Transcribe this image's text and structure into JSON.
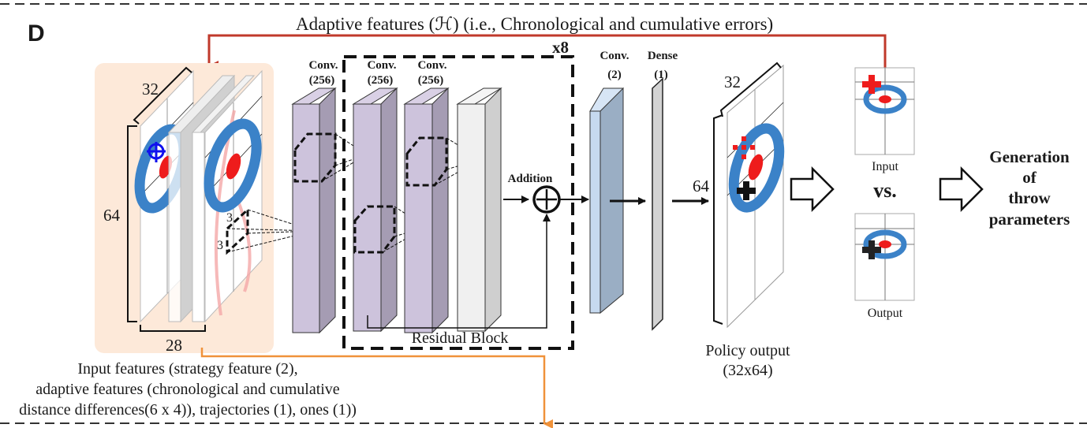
{
  "panel_label": "D",
  "feedback": {
    "label": "Adaptive features (ℋ) (i.e., Chronological and cumulative errors)",
    "color": "#c0392b"
  },
  "input_block": {
    "dim_width": "32",
    "dim_height": "64",
    "dim_depth": "28",
    "kernel_h": "3",
    "kernel_w": "3",
    "background": "#fde9d9",
    "caption_lines": [
      "Input features (strategy feature (2),",
      "adaptive features (chronological and cumulative",
      "distance differences(6 x 4)), trajectories (1), ones (1))"
    ],
    "output_arrow_color": "#f0923a"
  },
  "layers": [
    {
      "name": "Conv.",
      "size": "(256)"
    },
    {
      "name": "Conv.",
      "size": "(256)"
    },
    {
      "name": "Conv.",
      "size": "(256)"
    },
    {
      "name": "Conv.",
      "size": "(2)"
    },
    {
      "name": "Dense",
      "size": "(1)"
    }
  ],
  "residual": {
    "repeat": "x8",
    "label": "Residual Block",
    "addition_label": "Addition"
  },
  "policy": {
    "dim_width": "32",
    "dim_height": "64",
    "caption_lines": [
      "Policy output",
      "(32x64)"
    ]
  },
  "comparison": {
    "input_label": "Input",
    "vs_label": "vs.",
    "output_label": "Output"
  },
  "generation": {
    "lines": [
      "Generation",
      "of",
      "throw",
      "parameters"
    ]
  },
  "colors": {
    "conv_purple": "#cdc3dc",
    "conv_purple_side": "#a59cb3",
    "conv2_blue": "#c6d9ef",
    "conv2_blue_side": "#9aaec4",
    "dense_gray": "#d3d3d3",
    "house_blue": "#3b82c8",
    "house_red": "#ee1c1c",
    "marker_blue": "#1010ee"
  }
}
